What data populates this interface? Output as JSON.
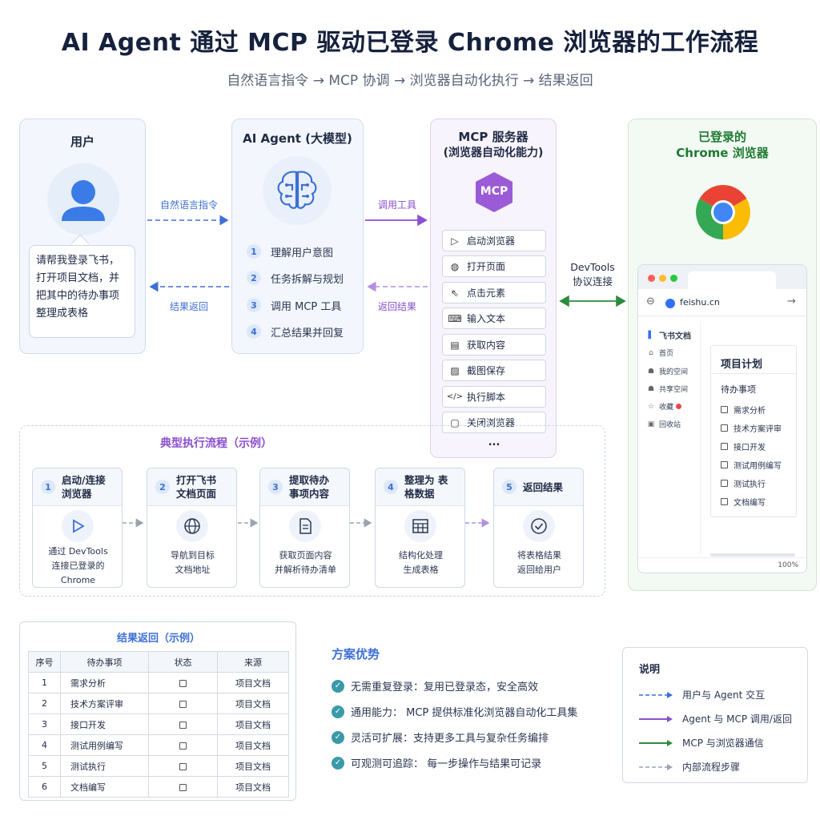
{
  "header": {
    "title": "AI Agent 通过 MCP 驱动已登录 Chrome 浏览器的工作流程",
    "subtitle": "自然语言指令 → MCP 协调 → 浏览器自动化执行 → 结果返回"
  },
  "user_panel": {
    "title": "用户",
    "request_lines": [
      "请帮我登录飞书，",
      "打开项目文档，并",
      "把其中的待办事项",
      "整理成表格"
    ]
  },
  "agent_panel": {
    "title": "AI Agent (大模型)",
    "steps": [
      {
        "num": "1",
        "label": "理解用户意图"
      },
      {
        "num": "2",
        "label": "任务拆解与规划"
      },
      {
        "num": "3",
        "label": "调用 MCP 工具"
      },
      {
        "num": "4",
        "label": "汇总结果并回复"
      }
    ]
  },
  "mcp_panel": {
    "title_line1": "MCP 服务器",
    "title_line2": "(浏览器自动化能力)",
    "logo_text": "MCP",
    "tools": [
      {
        "label": "启动浏览器",
        "icon": "▷"
      },
      {
        "label": "打开页面",
        "icon": "◍"
      },
      {
        "label": "点击元素",
        "icon": "⇖"
      },
      {
        "label": "输入文本",
        "icon": "⌨"
      },
      {
        "label": "获取内容",
        "icon": "▤"
      },
      {
        "label": "截图保存",
        "icon": "▨"
      },
      {
        "label": "执行脚本",
        "icon": "</>"
      },
      {
        "label": "关闭浏览器",
        "icon": "▢"
      }
    ],
    "more": "..."
  },
  "chrome_panel": {
    "title_line1": "已登录的",
    "title_line2": "Chrome 浏览器",
    "url": "feishu.cn",
    "sidebar": [
      {
        "label": "飞书文档",
        "icon": "▌"
      },
      {
        "label": "首页",
        "icon": "⌂"
      },
      {
        "label": "我的空间",
        "icon": "☗"
      },
      {
        "label": "共享空间",
        "icon": "☗"
      },
      {
        "label": "收藏",
        "icon": "☆"
      },
      {
        "label": "回收站",
        "icon": "▣"
      }
    ],
    "project_title": "项目计划",
    "todo_heading": "待办事项",
    "todos": [
      "需求分析",
      "技术方案评审",
      "接口开发",
      "测试用例编写",
      "测试执行",
      "文档编写"
    ],
    "zoom": "100%"
  },
  "connectors": {
    "user_to_agent": "自然语言指令",
    "agent_to_user": "结果返回",
    "agent_to_mcp": "调用工具",
    "mcp_to_agent": "返回结果",
    "mcp_to_chrome_line1": "DevTools",
    "mcp_to_chrome_line2": "协议连接"
  },
  "flow": {
    "title": "典型执行流程（示例）",
    "steps": [
      {
        "num": "1",
        "title": "启动/连接 浏览器",
        "desc": [
          "通过 DevTools",
          "连接已登录的",
          "Chrome"
        ]
      },
      {
        "num": "2",
        "title": "打开飞书 文档页面",
        "desc": [
          "导航到目标",
          "文档地址"
        ]
      },
      {
        "num": "3",
        "title": "提取待办 事项内容",
        "desc": [
          "获取页面内容",
          "并解析待办清单"
        ]
      },
      {
        "num": "4",
        "title": "整理为 表格数据",
        "desc": [
          "结构化处理",
          "生成表格"
        ]
      },
      {
        "num": "5",
        "title": "返回结果",
        "desc": [
          "将表格结果",
          "返回给用户"
        ]
      }
    ]
  },
  "result_table": {
    "title": "结果返回（示例）",
    "columns": [
      "序号",
      "待办事项",
      "状态",
      "来源"
    ],
    "rows": [
      [
        "1",
        "需求分析",
        "",
        "项目文档"
      ],
      [
        "2",
        "技术方案评审",
        "",
        "项目文档"
      ],
      [
        "3",
        "接口开发",
        "",
        "项目文档"
      ],
      [
        "4",
        "测试用例编写",
        "",
        "项目文档"
      ],
      [
        "5",
        "测试执行",
        "",
        "项目文档"
      ],
      [
        "6",
        "文档编写",
        "",
        "项目文档"
      ]
    ]
  },
  "advantages": {
    "title": "方案优势",
    "items": [
      "无需重复登录：复用已登录态，安全高效",
      "通用能力： MCP 提供标准化浏览器自动化工具集",
      "灵活可扩展：支持更多工具与复杂任务编排",
      "可观测可追踪： 每一步操作与结果可记录"
    ]
  },
  "legend": {
    "title": "说明",
    "items": [
      {
        "label": "用户与 Agent 交互",
        "color": "#3d6fd6",
        "style": "dashed"
      },
      {
        "label": "Agent 与 MCP 调用/返回",
        "color": "#8a4fcf",
        "style": "solid"
      },
      {
        "label": "MCP 与浏览器通信",
        "color": "#2e8b3e",
        "style": "solid"
      },
      {
        "label": "内部流程步骤",
        "color": "#9aa3b2",
        "style": "dashed"
      }
    ]
  },
  "colors": {
    "blue": "#3d6fd6",
    "purple": "#8a4fcf",
    "green": "#2e8b3e",
    "gray": "#9aa3b2"
  }
}
